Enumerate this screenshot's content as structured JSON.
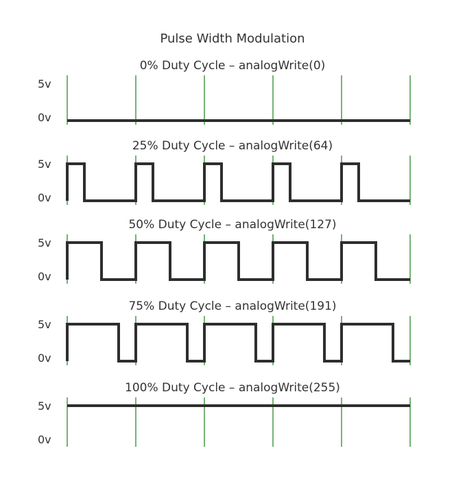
{
  "title": "Pulse Width Modulation",
  "colors": {
    "signal": "#2e2e2e",
    "period_marker": "#2a8a2a",
    "text": "#333333"
  },
  "chart_data": {
    "type": "line",
    "title": "Pulse Width Modulation",
    "x_unit": "period",
    "periods": 5,
    "levels": {
      "high_label": "5v",
      "low_label": "0v",
      "high_value": 5,
      "low_value": 0
    },
    "series": [
      {
        "name": "0% Duty Cycle - analogWrite(0)",
        "label": "0% Duty Cycle – analogWrite(0)",
        "duty": 0.0
      },
      {
        "name": "25% Duty Cycle - analogWrite(64)",
        "label": "25% Duty Cycle – analogWrite(64)",
        "duty": 0.25
      },
      {
        "name": "50% Duty Cycle - analogWrite(127)",
        "label": "50% Duty Cycle – analogWrite(127)",
        "duty": 0.5
      },
      {
        "name": "75% Duty Cycle - analogWrite(191)",
        "label": "75% Duty Cycle – analogWrite(191)",
        "duty": 0.75
      },
      {
        "name": "100% Duty Cycle - analogWrite(255)",
        "label": "100% Duty Cycle – analogWrite(255)",
        "duty": 1.0
      }
    ]
  }
}
